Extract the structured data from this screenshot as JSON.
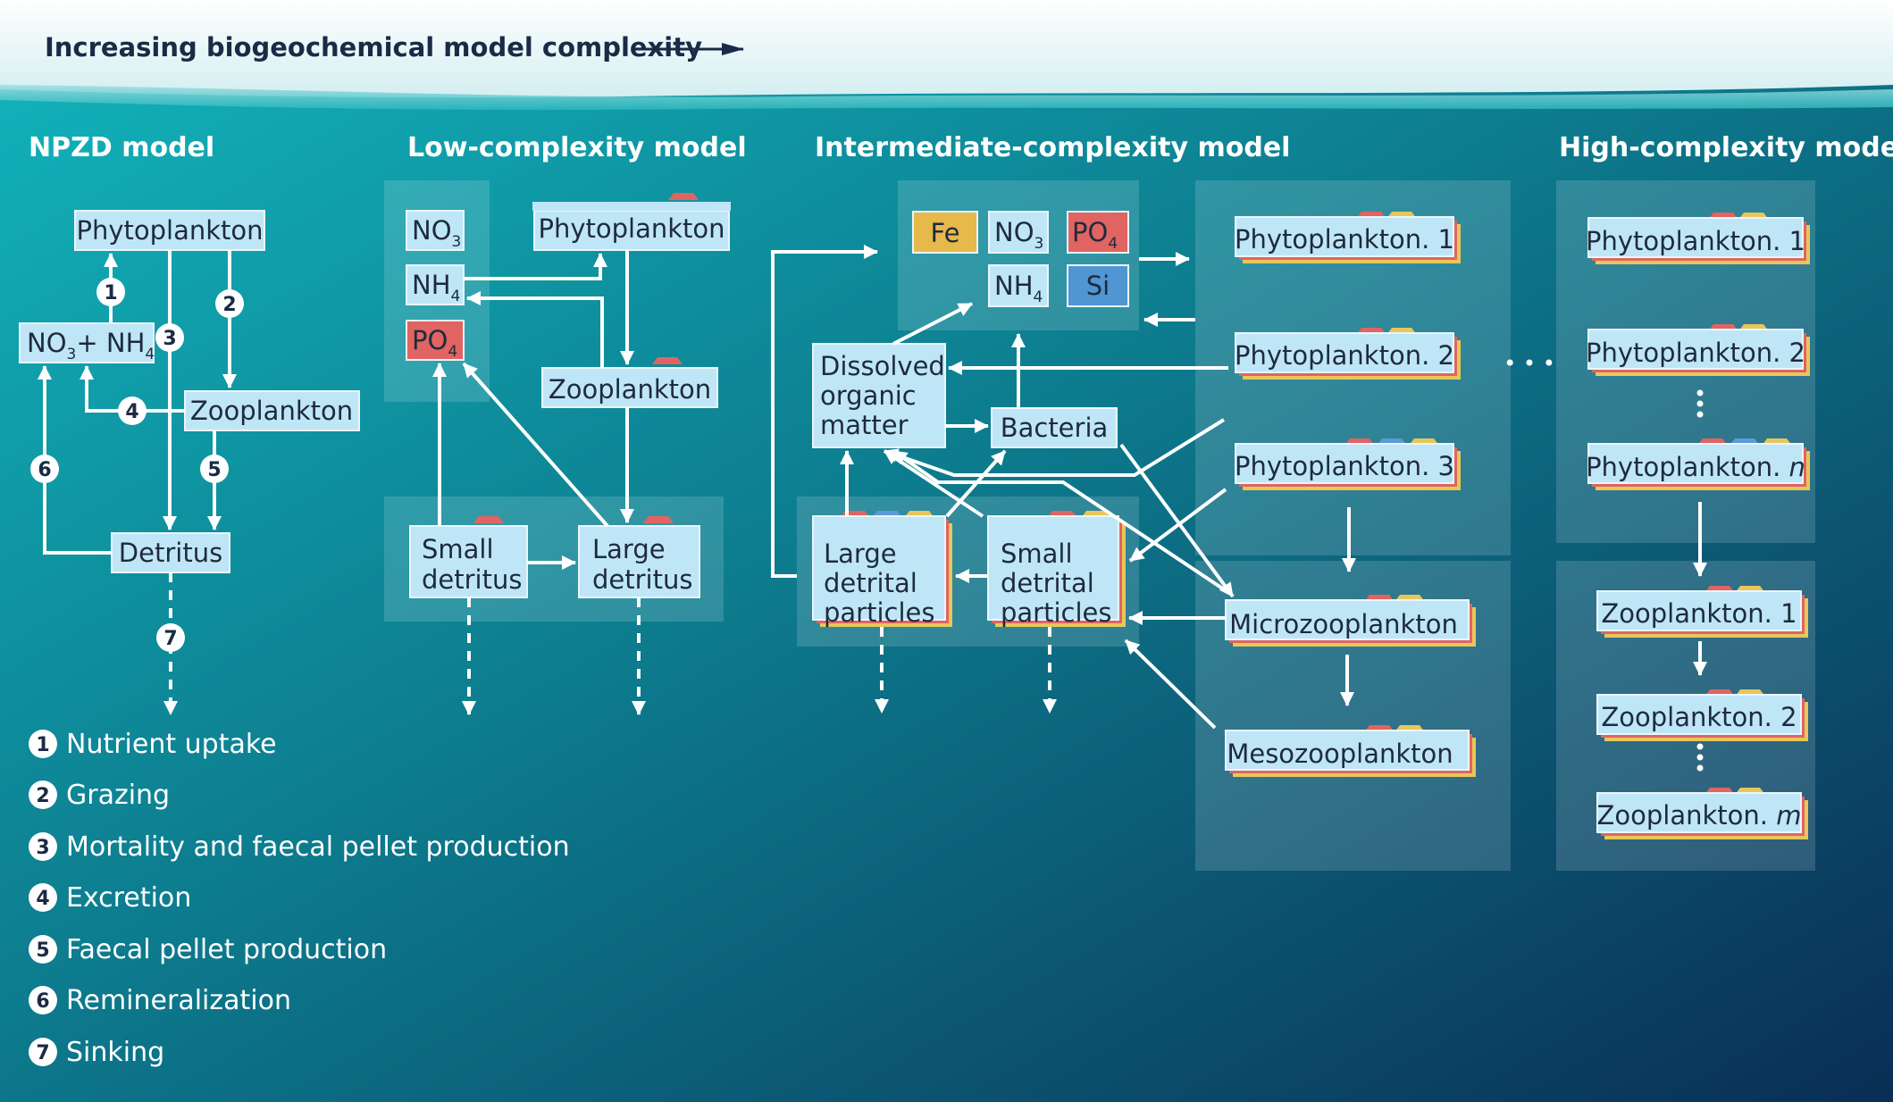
{
  "title": "Increasing biogeochemical model complexity",
  "headers": {
    "npzd": "NPZD model",
    "low": "Low-complexity model",
    "intermediate": "Intermediate-complexity model",
    "high": "High-complexity model"
  },
  "npzd": {
    "phytoplankton": "Phytoplankton",
    "nutrients_a": "NO",
    "nutrients_a_sub": "3",
    "nutrients_b": "+ NH",
    "nutrients_b_sub": "4",
    "zooplankton": "Zooplankton",
    "detritus": "Detritus",
    "process_numbers": [
      "1",
      "2",
      "3",
      "4",
      "5",
      "6",
      "7"
    ]
  },
  "low": {
    "no3": "NO",
    "no3_sub": "3",
    "nh4": "NH",
    "nh4_sub": "4",
    "po4": "PO",
    "po4_sub": "4",
    "phytoplankton": "Phytoplankton",
    "zooplankton": "Zooplankton",
    "small_detritus": [
      "Small",
      "detritus"
    ],
    "large_detritus": [
      "Large",
      "detritus"
    ]
  },
  "intermediate": {
    "fe": "Fe",
    "no3": "NO",
    "no3_sub": "3",
    "po4": "PO",
    "po4_sub": "4",
    "nh4": "NH",
    "nh4_sub": "4",
    "si": "Si",
    "dom": [
      "Dissolved",
      "organic",
      "matter"
    ],
    "bacteria": "Bacteria",
    "large_particles": [
      "Large",
      "detrital",
      "particles"
    ],
    "small_particles": [
      "Small",
      "detrital",
      "particles"
    ],
    "phytoplankton": [
      "Phytoplankton. 1",
      "Phytoplankton. 2",
      "Phytoplankton. 3"
    ],
    "microzooplankton": "Microzooplankton",
    "mesozooplankton": "Mesozooplankton"
  },
  "ellipsis": "• • •",
  "high": {
    "phyto_1": "Phytoplankton. 1",
    "phyto_2": "Phytoplankton. 2",
    "phyto_n_prefix": "Phytoplankton. ",
    "phyto_n_var": "n",
    "zoo_1": "Zooplankton. 1",
    "zoo_2": "Zooplankton. 2",
    "zoo_m_prefix": "Zooplankton. ",
    "zoo_m_var": "m"
  },
  "legend": [
    {
      "num": "1",
      "label": "Nutrient uptake"
    },
    {
      "num": "2",
      "label": "Grazing"
    },
    {
      "num": "3",
      "label": "Mortality and faecal pellet production"
    },
    {
      "num": "4",
      "label": "Excretion"
    },
    {
      "num": "5",
      "label": "Faecal pellet production"
    },
    {
      "num": "6",
      "label": "Remineralization"
    },
    {
      "num": "7",
      "label": "Sinking"
    }
  ],
  "colors": {
    "box_fill": "#bfe6f7",
    "fe": "#e7b94a",
    "po4": "#e06461",
    "si": "#4f96d3",
    "tab_red": "#e06461",
    "tab_yellow": "#e7c75a",
    "tab_blue": "#5b9ad6",
    "ocean_top": "#0fb3bc",
    "ocean_bottom": "#0a3558"
  }
}
